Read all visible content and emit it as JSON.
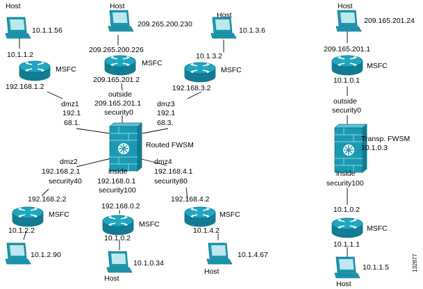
{
  "routed": {
    "hosts": [
      {
        "id": "host-top-left",
        "title": "Host",
        "ip": "10.1.1.56"
      },
      {
        "id": "host-top-center",
        "title": "Host",
        "ip": "209.265.200.230"
      },
      {
        "id": "host-top-right",
        "title": "Host",
        "ip": "10.1.3.6"
      },
      {
        "id": "host-bottom-left",
        "title": "",
        "ip": "10.1.2.90"
      },
      {
        "id": "host-bottom-center",
        "title": "Host",
        "ip": "10.1.0.34"
      },
      {
        "id": "host-bottom-right",
        "title": "Host",
        "ip": "10.1.4.67"
      }
    ],
    "routers": {
      "r1": {
        "name": "MSFC",
        "top": "10.1.1.2",
        "bottom": "192.168.1.2"
      },
      "r2": {
        "name": "MSFC",
        "top": "209.265.200.226",
        "bottom": "209.165.201.2"
      },
      "r3": {
        "name": "MSFC",
        "top": "10.1.3.2",
        "bottom": "192.168.3.2"
      },
      "r4": {
        "name": "MSFC",
        "top": "192.168.2.2",
        "bottom": "10.1.2.2"
      },
      "r5": {
        "name": "MSFC",
        "top": "192.168.0.2",
        "bottom": "10.1.0.2"
      },
      "r6": {
        "name": "MSFC",
        "top": "192.168.4.2",
        "bottom": "10.1.4.2"
      }
    },
    "firewall": {
      "name": "Routed FWSM"
    },
    "interfaces": {
      "dmz1": [
        "dmz1",
        "192.1",
        "68.1."
      ],
      "outside": [
        "outside",
        "209.165.201.1",
        "security0"
      ],
      "dmz3": [
        "dmz3",
        "192.1",
        "68.3."
      ],
      "dmz2": [
        "dmz2",
        "192.168.2.1",
        "security40"
      ],
      "inside": [
        "inside",
        "192.168.0.1",
        "security100"
      ],
      "dmz4": [
        "dmz4",
        "192.168.4.1",
        "security80"
      ]
    }
  },
  "transparent": {
    "host_top": {
      "title": "Host",
      "ip": "209.165.201.24"
    },
    "router_top": {
      "name": "MSFC",
      "top": "209.165.201.1",
      "bottom": "10.1.0.1"
    },
    "outside": [
      "outside",
      "security0"
    ],
    "firewall": {
      "name": "Transp. FWSM",
      "ip": "10.1.0.3"
    },
    "inside": [
      "inside",
      "security100"
    ],
    "router_bottom": {
      "name": "MSFC",
      "top": "10.1.0.2",
      "bottom": "10.1.1.1"
    },
    "host_bottom": {
      "title": "Host",
      "ip": "10.1.1.5"
    }
  },
  "figure_id": "132877",
  "colors": {
    "device": "#1a9ab2",
    "device_dark": "#0d6e84",
    "device_light": "#bfe7ef"
  }
}
